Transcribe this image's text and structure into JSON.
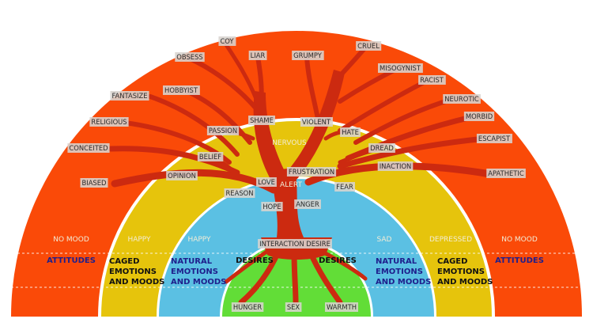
{
  "colors": {
    "outer": "#fa4a08",
    "yellow": "#e6c40c",
    "blue": "#5bc0e3",
    "green": "#62dd37",
    "trunk": "#cc2a10",
    "navy": "#1f1f8c",
    "black": "#111111"
  },
  "zone_labels": {
    "left_outer": "NO MOOD",
    "left_yellow": "HAPPY",
    "left_blue": "HAPPY",
    "right_blue": "SAD",
    "right_yellow": "DEPRESSED",
    "right_outer": "NO MOOD"
  },
  "ring_labels": {
    "nervous": "NERVOUS",
    "alert": "ALERT"
  },
  "categories": {
    "attitudes_left": "ATTITUDES",
    "caged_left": [
      "CAGED",
      "EMOTIONS",
      "AND MOODS"
    ],
    "natural_left": [
      "NATURAL",
      "EMOTIONS",
      "AND MOODS"
    ],
    "desires_left": "DESIRES",
    "desires_right": "DESIRES",
    "natural_right": [
      "NATURAL",
      "EMOTIONS",
      "AND MOODS"
    ],
    "caged_right": [
      "CAGED",
      "EMOTIONS",
      "AND MOODS"
    ],
    "attitudes_right": "ATTITUDES"
  },
  "tags": {
    "coy": "COY",
    "obsess": "OBSESS",
    "liar": "LIAR",
    "grumpy": "GRUMPY",
    "cruel": "CRUEL",
    "misogynist": "MISOGYNIST",
    "racist": "RACIST",
    "neurotic": "NEUROTIC",
    "morbid": "MORBID",
    "escapist": "ESCAPIST",
    "apathetic": "APATHETIC",
    "fantasize": "FANTASIZE",
    "hobbyist": "HOBBYIST",
    "religious": "RELIGIOUS",
    "conceited": "CONCEITED",
    "biased": "BIASED",
    "passion": "PASSION",
    "shame": "SHAME",
    "violent": "VIOLENT",
    "hate": "HATE",
    "belief": "BELIEF",
    "opinion": "OPINION",
    "dread": "DREAD",
    "inaction": "INACTION",
    "frustration": "FRUSTRATION",
    "love": "LOVE",
    "fear": "FEAR",
    "reason": "REASON",
    "hope": "HOPE",
    "anger": "ANGER",
    "interaction_desire": "INTERACTION DESIRE",
    "hunger": "HUNGER",
    "sex": "SEX",
    "warmth": "WARMTH"
  }
}
